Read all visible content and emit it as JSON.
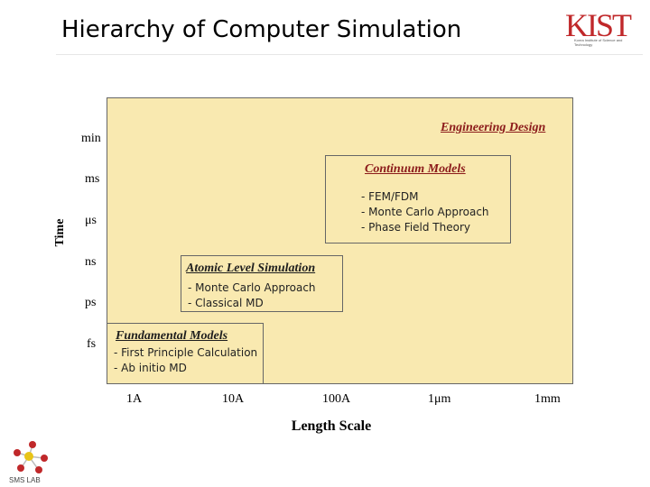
{
  "header": {
    "title": "Hierarchy of Computer Simulation",
    "logo_text": "KIST",
    "logo_subtext": "Korea Institute of Science and Technology"
  },
  "diagram": {
    "y_ticks": [
      "min",
      "ms",
      "μs",
      "ns",
      "ps",
      "fs"
    ],
    "x_ticks": [
      "1A",
      "10A",
      "100A",
      "1μm",
      "1mm"
    ],
    "y_label": "Time",
    "x_label": "Length Scale",
    "boxes": {
      "engineering": {
        "title": "Engineering Design",
        "items": []
      },
      "continuum": {
        "title": "Continuum Models",
        "items": [
          "- FEM/FDM",
          "- Monte Carlo Approach",
          "- Phase Field Theory"
        ]
      },
      "atomic": {
        "title": "Atomic Level Simulation",
        "items": [
          "- Monte Carlo Approach",
          "- Classical MD"
        ]
      },
      "fundamental": {
        "title": "Fundamental Models",
        "items": [
          "- First Principle Calculation",
          "- Ab initio MD"
        ]
      }
    },
    "colors": {
      "box_fill": "#f9e9b0",
      "engineering_title": "#8b1a1a",
      "continuum_title": "#8b1a1a",
      "logo": "#c0282a"
    }
  },
  "footer": {
    "lab_logo_text": "SMS LAB"
  }
}
